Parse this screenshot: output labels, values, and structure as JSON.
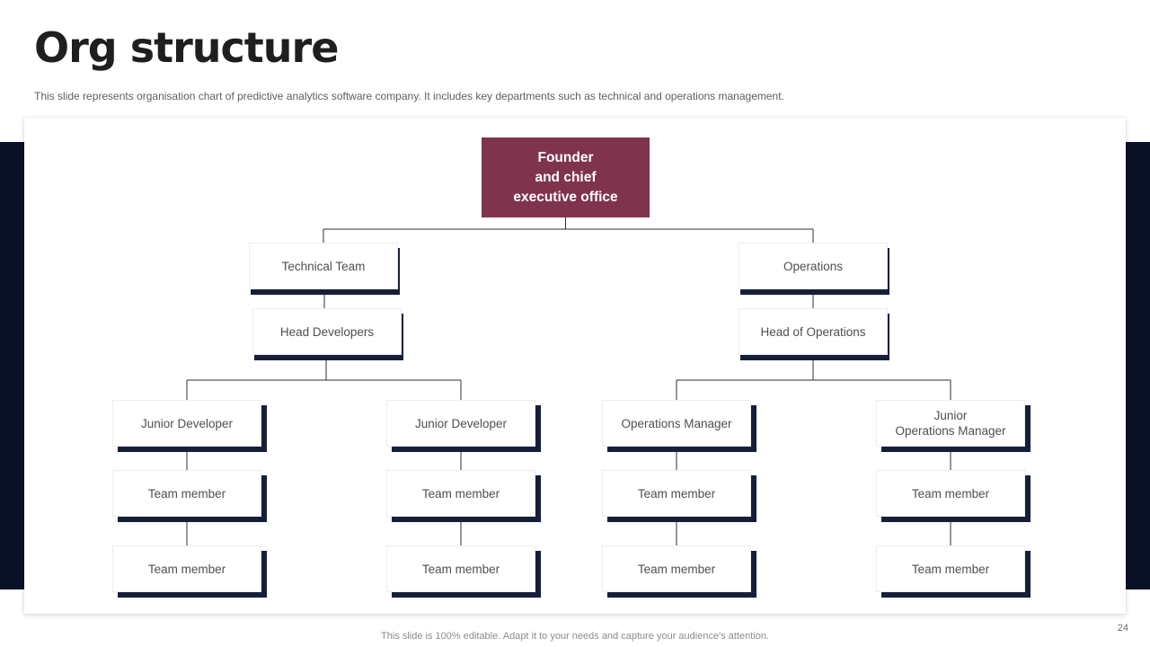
{
  "slide": {
    "title": "Org structure",
    "subtitle": "This slide represents organisation chart of predictive analytics software company. It includes key departments such as technical and operations management.",
    "footer": "This slide is 100% editable.  Adapt it to your needs and capture your audience's attention.",
    "page_number": "24"
  },
  "colors": {
    "founder_box": "#80334c",
    "navy_background": "#0a1126",
    "box_shadow_navy": "#161f3a",
    "box_text": "#4f4f4f"
  },
  "org_chart": {
    "founder": {
      "lines": [
        "Founder",
        "and chief",
        "executive office"
      ]
    },
    "level2": [
      {
        "label": "Technical Team"
      },
      {
        "label": "Operations"
      }
    ],
    "level3": [
      {
        "label": "Head Developers"
      },
      {
        "label": "Head of Operations"
      }
    ],
    "level4": [
      {
        "label": "Junior Developer"
      },
      {
        "label": "Junior Developer"
      },
      {
        "label": "Operations Manager"
      },
      {
        "lines": [
          "Junior",
          "Operations Manager"
        ]
      }
    ],
    "team_rows": [
      [
        "Team member",
        "Team member",
        "Team member",
        "Team member"
      ],
      [
        "Team member",
        "Team member",
        "Team member",
        "Team member"
      ]
    ]
  }
}
